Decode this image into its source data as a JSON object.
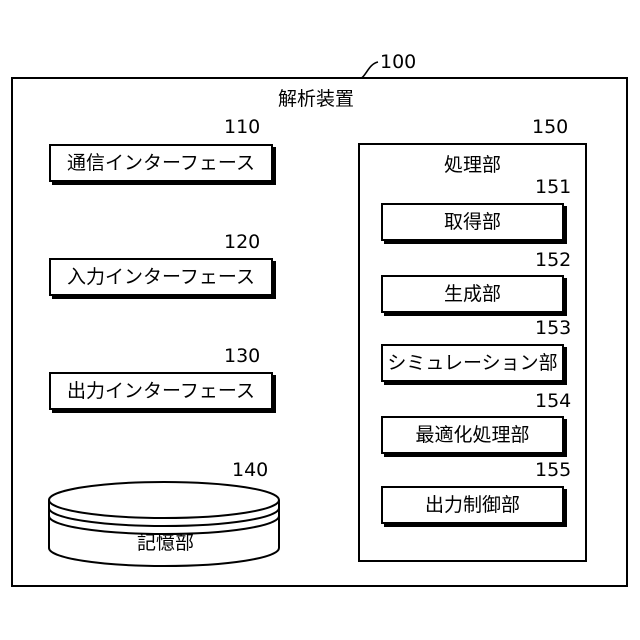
{
  "device": {
    "ref": "100",
    "label": "解析装置"
  },
  "interfaces": [
    {
      "ref": "110",
      "label": "通信インターフェース"
    },
    {
      "ref": "120",
      "label": "入力インターフェース"
    },
    {
      "ref": "130",
      "label": "出力インターフェース"
    }
  ],
  "storage": {
    "ref": "140",
    "label": "記憶部"
  },
  "processor": {
    "ref": "150",
    "label": "処理部",
    "units": [
      {
        "ref": "151",
        "label": "取得部"
      },
      {
        "ref": "152",
        "label": "生成部"
      },
      {
        "ref": "153",
        "label": "シミュレーション部"
      },
      {
        "ref": "154",
        "label": "最適化処理部"
      },
      {
        "ref": "155",
        "label": "出力制御部"
      }
    ]
  }
}
